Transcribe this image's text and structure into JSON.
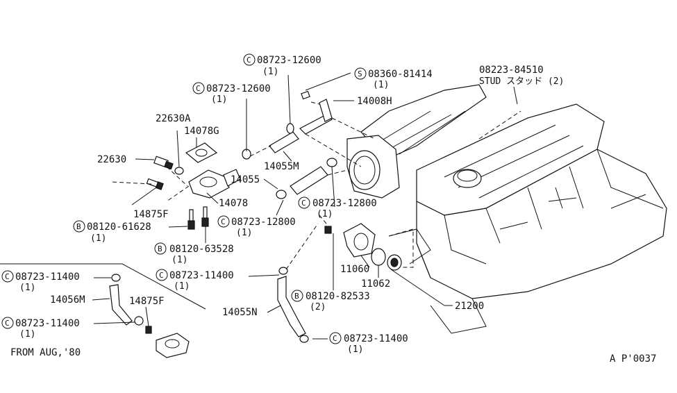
{
  "labels": {
    "c_08723_12600_top": "08723-12600",
    "c_08723_12600_top_q": "(1)",
    "s_08360_81414": "08360-81414",
    "s_08360_81414_q": "(1)",
    "p_08223_84510": "08223-84510",
    "stud": "STUD スタッド (2)",
    "c_08723_12600_mid": "08723-12600",
    "c_08723_12600_mid_q": "(1)",
    "p_14008H": "14008H",
    "p_22630A": "22630A",
    "p_14078G": "14078G",
    "p_22630": "22630",
    "p_14055M": "14055M",
    "p_14055": "14055",
    "c_08723_12800_r": "08723-12800",
    "c_08723_12800_r_q": "(1)",
    "p_14875F": "14875F",
    "p_14078": "14078",
    "b_08120_61628": "08120-61628",
    "b_08120_61628_q": "(1)",
    "c_08723_12800_l": "08723-12800",
    "c_08723_12800_l_q": "(1)",
    "b_08120_63528": "08120-63528",
    "b_08120_63528_q": "(1)",
    "p_11060": "11060",
    "p_11062": "11062",
    "c_08723_11400_a": "08723-11400",
    "c_08723_11400_a_q": "(1)",
    "c_08723_11400_b": "08723-11400",
    "c_08723_11400_b_q": "(1)",
    "p_14056M": "14056M",
    "p_14875F_2": "14875F",
    "b_08120_82533": "08120-82533",
    "b_08120_82533_q": "(2)",
    "p_21200": "21200",
    "p_14055N": "14055N",
    "c_08723_11400_c": "08723-11400",
    "c_08723_11400_c_q": "(1)",
    "c_08723_11400_d": "08723-11400",
    "c_08723_11400_d_q": "(1)",
    "from_note": "FROM AUG,'80",
    "ref_code": "A P'0037"
  },
  "symbols": {
    "clamp": "C",
    "screw": "S",
    "bolt": "B"
  }
}
